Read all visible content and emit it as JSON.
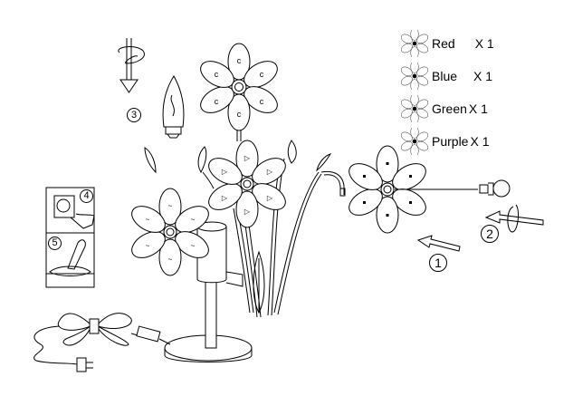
{
  "legend": {
    "items": [
      {
        "color_name": "Red",
        "quantity": "X 1",
        "mark": "triangle"
      },
      {
        "color_name": "Blue",
        "quantity": "X 1",
        "mark": "square"
      },
      {
        "color_name": "Green",
        "quantity": "X 1",
        "mark": "crescent"
      },
      {
        "color_name": "Purple",
        "quantity": "X 1",
        "mark": "wave"
      }
    ]
  },
  "steps": [
    {
      "number": "1"
    },
    {
      "number": "2"
    },
    {
      "number": "3"
    },
    {
      "number": "4"
    },
    {
      "number": "5"
    }
  ]
}
